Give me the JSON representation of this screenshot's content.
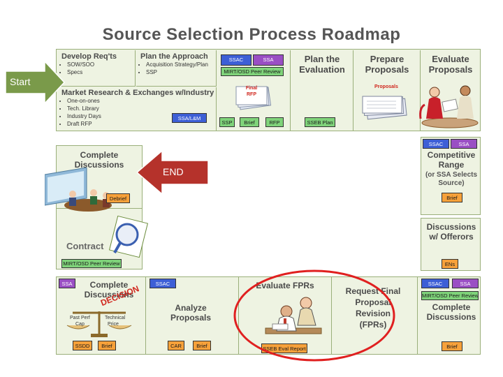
{
  "title": "Source Selection Process Roadmap",
  "start": "Start",
  "end": "END",
  "top": {
    "develop": {
      "title": "Develop Req'ts",
      "bullets": [
        "SOW/SOO",
        "Specs"
      ]
    },
    "approach": {
      "title": "Plan the Approach",
      "bullets": [
        "Acquisition Strategy/Plan",
        "SSP"
      ]
    },
    "market": {
      "title": "Market Research & Exchanges w/Industry",
      "bullets": [
        "One-on-ones",
        "Tech. Library",
        "Industry Days",
        "Draft RFP"
      ]
    },
    "tags": {
      "ssac": "SSAC",
      "ssa": "SSA",
      "peer": "MIRT/OSD Peer Review",
      "ssalm": "SSA/L&M",
      "final_rfp": "Final RFP",
      "ssp": "SSP",
      "brief": "Brief",
      "rfp": "RFP",
      "sseb_plan": "SSEB Plan",
      "proposals": "Proposals"
    },
    "plan_eval": "Plan the Evaluation",
    "prepare": "Prepare Proposals",
    "evaluate": "Evaluate Proposals"
  },
  "right": {
    "ssac": "SSAC",
    "ssa": "SSA",
    "competitive": "Competitive Range",
    "competitive_sub": "(or SSA Selects Source)",
    "brief": "Brief",
    "discussions": "Discussions w/ Offerors",
    "ens": "ENs"
  },
  "left": {
    "complete": "Complete Discussions",
    "debrief": "Debrief",
    "contract": "Contract",
    "peer": "MIRT/OSD Peer Review"
  },
  "bottom": {
    "decision": {
      "ssa": "SSA",
      "title": "Complete Discussions",
      "stamp": "DECISION",
      "past_perf": "Past Perf",
      "cap": "Cap",
      "technical": "Technical",
      "price": "Price",
      "ssdd": "SSDD",
      "brief": "Brief"
    },
    "analyze": {
      "ssac": "SSAC",
      "title": "Analyze Proposals",
      "car": "CAR",
      "brief": "Brief"
    },
    "evaluate_fprs": {
      "title": "Evaluate FPRs",
      "report": "SSEB Eval Report"
    },
    "request": {
      "title": "Request Final Proposal Revision (FPRs)"
    },
    "complete": {
      "ssac": "SSAC",
      "ssa": "SSA",
      "peer": "MIRT/OSD Peer Review",
      "title": "Complete Discussions",
      "brief": "Brief"
    }
  },
  "colors": {
    "panel": "#eef3e2",
    "border": "#9aaf7a",
    "green": "#7fd37a",
    "orange": "#f7a13a",
    "blue": "#3d5fd6",
    "purple": "#9a4fc4",
    "arrow_green": "#7a9a4a",
    "arrow_red": "#b5322b",
    "circle": "#e02020"
  }
}
